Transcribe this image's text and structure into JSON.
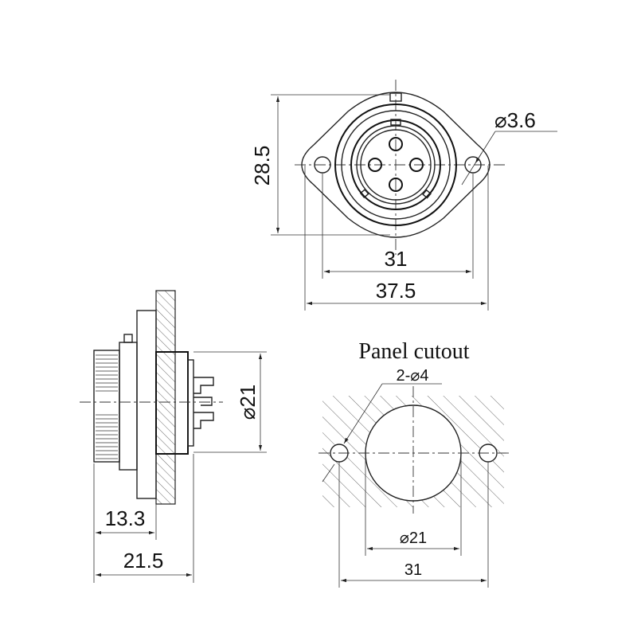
{
  "front_view": {
    "height_label": "28.5",
    "hole_label": "⌀3.6",
    "inner_width_label": "31",
    "outer_width_label": "37.5"
  },
  "side_view": {
    "diameter_label": "⌀21",
    "depth1_label": "13.3",
    "depth2_label": "21.5"
  },
  "panel_cutout": {
    "title": "Panel cutout",
    "holes_label": "2-⌀4",
    "diameter_label": "⌀21",
    "width_label": "31"
  }
}
